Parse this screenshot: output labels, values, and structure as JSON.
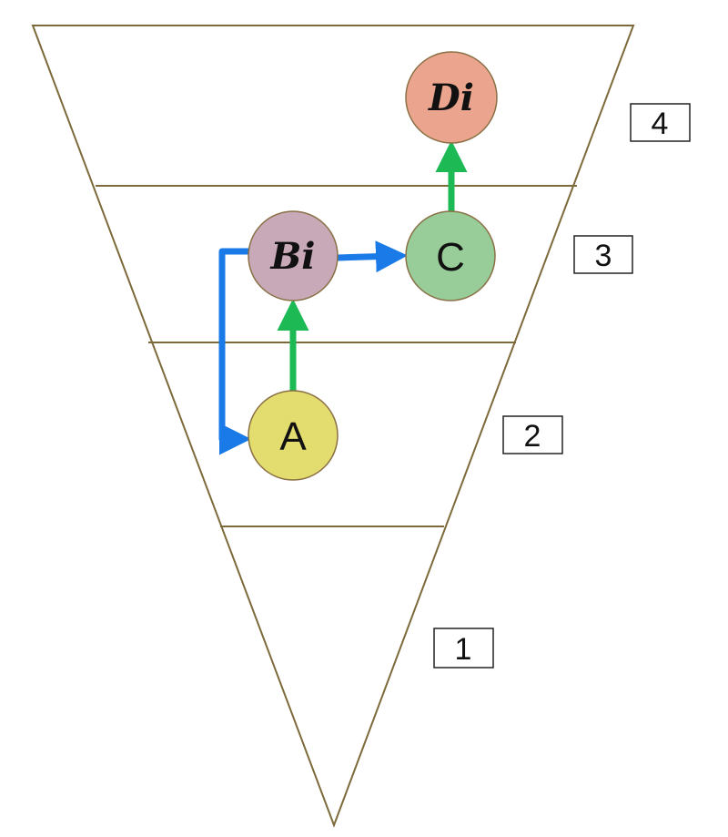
{
  "levels": [
    "1",
    "2",
    "3",
    "4"
  ],
  "nodes": {
    "A": {
      "label": "A",
      "color": "#e3dc6e"
    },
    "Bi": {
      "label": "Bi",
      "color": "#c7a9b8"
    },
    "C": {
      "label": "C",
      "color": "#98cc98"
    },
    "Di": {
      "label": "Di",
      "color": "#eba58e"
    }
  },
  "edges": [
    {
      "from": "A",
      "to": "Bi",
      "color": "#1db954"
    },
    {
      "from": "C",
      "to": "Di",
      "color": "#1db954"
    },
    {
      "from": "Bi",
      "to": "C",
      "color": "#1a7ae8"
    },
    {
      "from": "Bi",
      "to": "A",
      "color": "#1a7ae8"
    }
  ],
  "colors": {
    "outline": "#7d6a3a",
    "green": "#1db954",
    "blue": "#1a7ae8"
  }
}
